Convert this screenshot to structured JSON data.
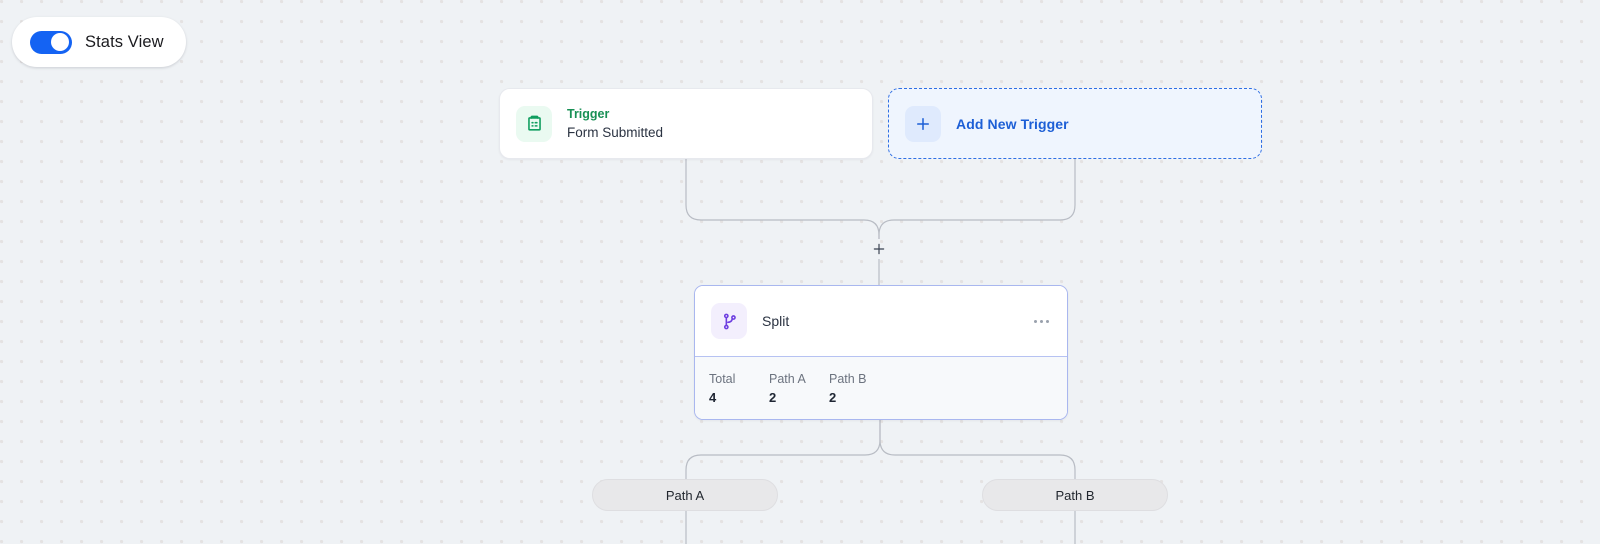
{
  "toolbar": {
    "stats_view_label": "Stats View",
    "stats_view_enabled": true,
    "toggle_icon": "toggle-on-icon"
  },
  "colors": {
    "canvas_background": "#eff2f5",
    "canvas_dot": "#e4e2e2",
    "toggle_on": "#1463f3",
    "trigger_accent": "#189055",
    "add_trigger_accent": "#1d5fd6",
    "split_accent": "#6d3ee0",
    "split_border": "#a9b7ef",
    "path_pill": "#e8e8ea"
  },
  "nodes": {
    "trigger": {
      "icon": "clipboard-icon",
      "kind": "Trigger",
      "name": "Form Submitted"
    },
    "add_trigger": {
      "icon": "plus-icon",
      "label": "Add New Trigger"
    },
    "split": {
      "icon": "git-branch-icon",
      "label": "Split",
      "menu_icon": "more-horizontal-icon",
      "stats": [
        {
          "label": "Total",
          "value": "4"
        },
        {
          "label": "Path A",
          "value": "2"
        },
        {
          "label": "Path B",
          "value": "2"
        }
      ]
    }
  },
  "branches": [
    {
      "label": "Path A"
    },
    {
      "label": "Path B"
    }
  ],
  "add_step": {
    "icon": "plus-icon"
  }
}
